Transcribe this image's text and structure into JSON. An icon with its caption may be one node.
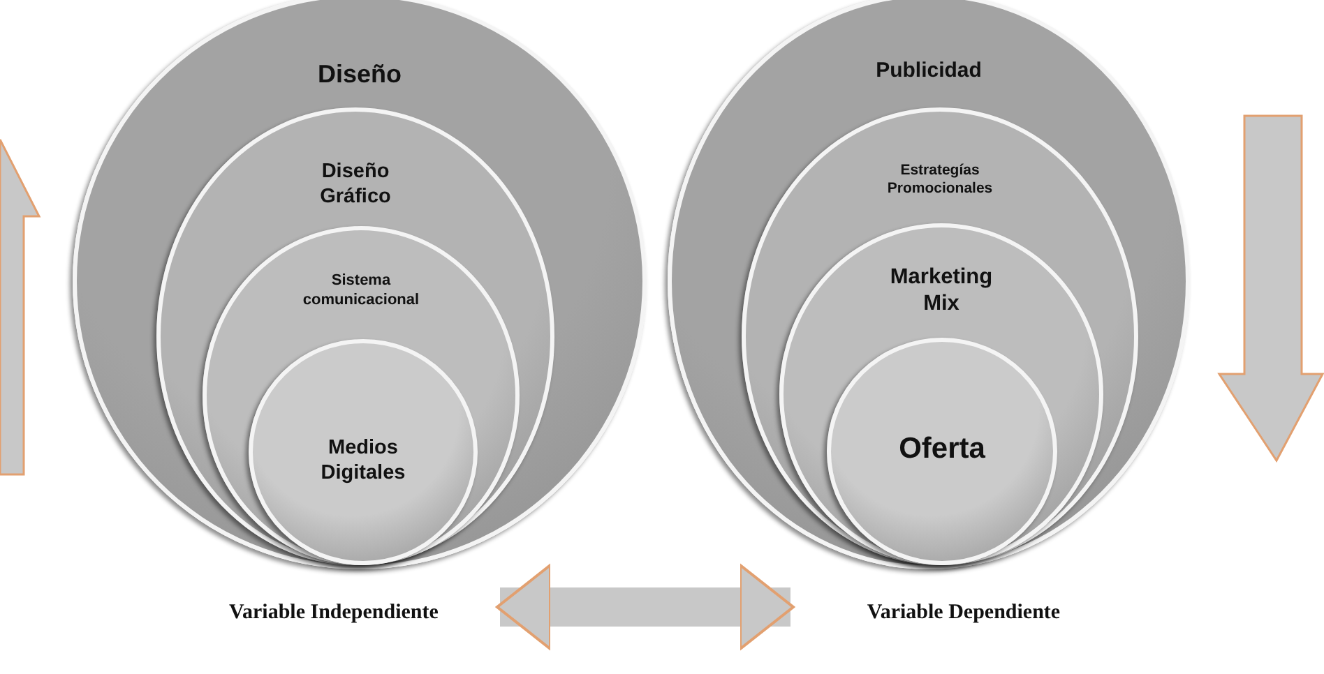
{
  "diagram": {
    "nodes": [
      {
        "text": [
          "Diseño"
        ]
      },
      {
        "text": [
          "Diseño Gráfico"
        ],
        "in": 0
      },
      {
        "text": [
          "Sistema comunicacional"
        ],
        "in": 1
      },
      {
        "text": [
          "Medios Digitales"
        ],
        "in": 2
      },
      {
        "text": [
          "Publicidad"
        ]
      },
      {
        "text": [
          "Estrategías Promocionales"
        ],
        "in": 4
      },
      {
        "text": [
          "Marketing Mix"
        ],
        "in": 5
      },
      {
        "text": [
          "Oferta"
        ],
        "in": 6
      },
      {
        "text": [
          "Variable Independiente"
        ]
      },
      {
        "text": [
          "Variable Dependiente"
        ]
      }
    ],
    "edges": [
      {
        "from": 8,
        "to": 9,
        "arrow": "both"
      }
    ]
  }
}
